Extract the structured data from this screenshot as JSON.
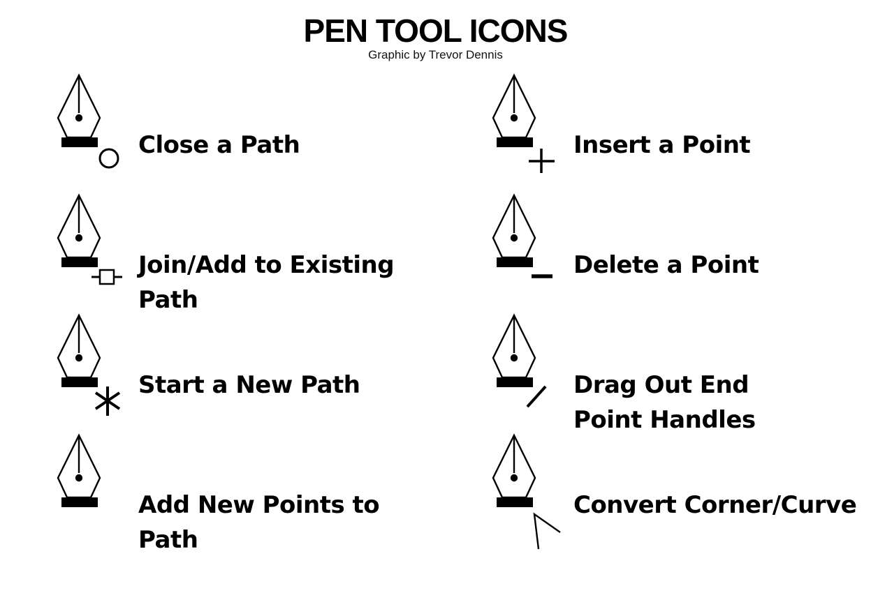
{
  "header": {
    "title": "PEN TOOL ICONS",
    "subtitle": "Graphic by Trevor Dennis"
  },
  "colors": {
    "ink": "#000000",
    "background": "#ffffff"
  },
  "items": [
    {
      "label": "Close a Path",
      "modifier": "circle",
      "column": "left"
    },
    {
      "label": "Join/Add to Existing Path",
      "modifier": "square",
      "column": "left"
    },
    {
      "label": "Start a New Path",
      "modifier": "asterisk",
      "column": "left"
    },
    {
      "label": "Add New Points to Path",
      "modifier": "none",
      "column": "left"
    },
    {
      "label": "Insert a Point",
      "modifier": "plus",
      "column": "right"
    },
    {
      "label": "Delete a Point",
      "modifier": "minus",
      "column": "right"
    },
    {
      "label": "Drag Out End\nPoint Handles",
      "modifier": "slash",
      "column": "right"
    },
    {
      "label": "Convert Corner/Curve",
      "modifier": "caret",
      "column": "right"
    }
  ]
}
